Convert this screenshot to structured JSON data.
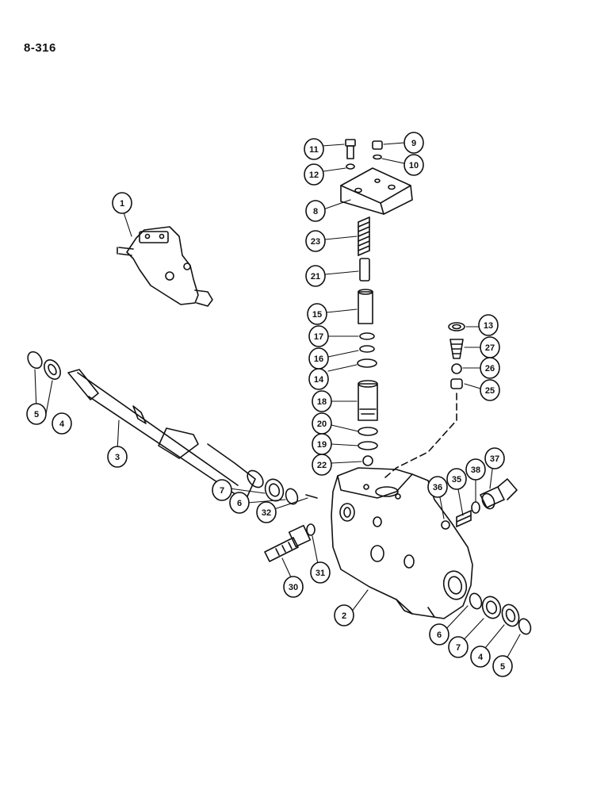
{
  "page_number": "8-316",
  "callouts": [
    "1",
    "2",
    "3",
    "4",
    "5",
    "6",
    "7",
    "8",
    "9",
    "10",
    "11",
    "12",
    "13",
    "14",
    "15",
    "16",
    "17",
    "18",
    "19",
    "20",
    "21",
    "22",
    "23",
    "25",
    "26",
    "27",
    "30",
    "31",
    "32",
    "35",
    "36",
    "37",
    "38",
    "6",
    "7",
    "4",
    "5"
  ]
}
